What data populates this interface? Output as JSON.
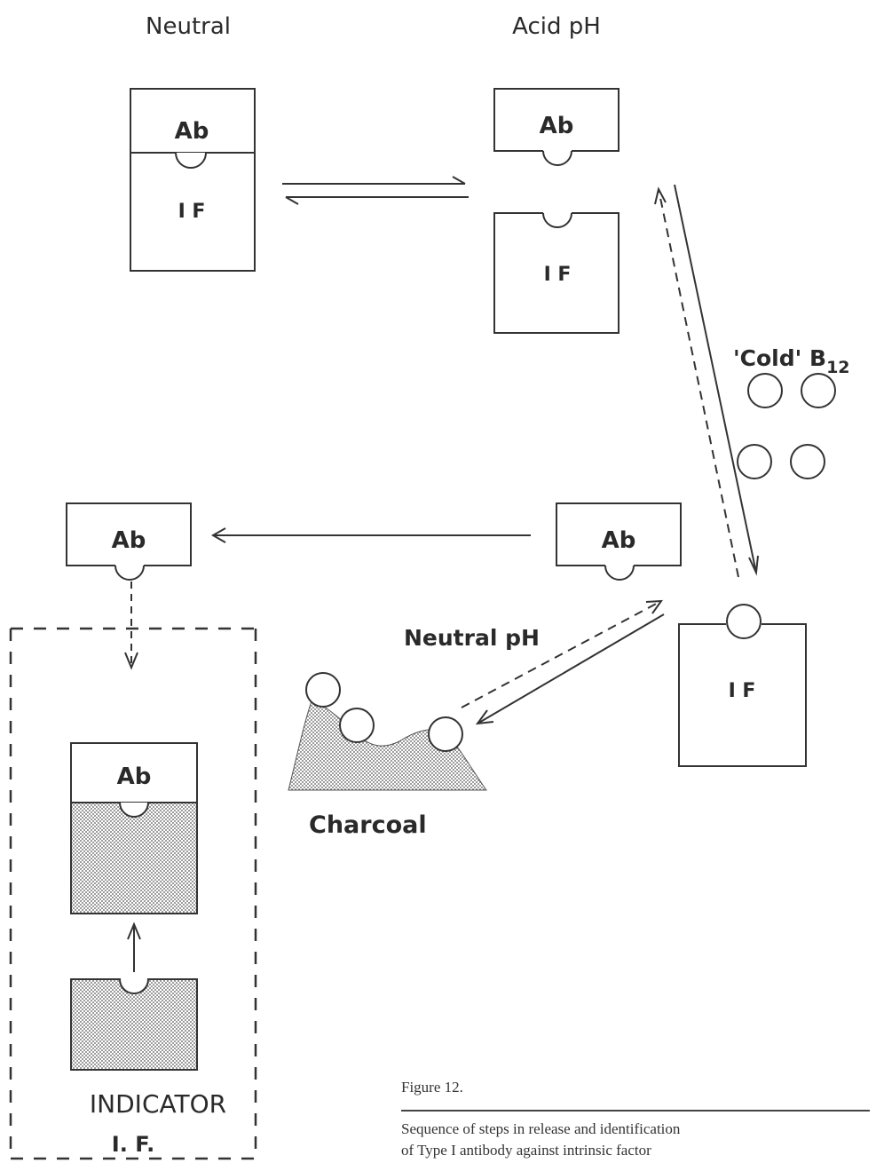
{
  "headers": {
    "left": "Neutral",
    "right": "Acid pH"
  },
  "labels": {
    "antibody": "Ab",
    "intrinsic_factor": "I F",
    "cold_b12": "'Cold' B",
    "b12_subscript": "12",
    "neutral_ph": "Neutral pH",
    "charcoal": "Charcoal",
    "indicator_line1": "INDICATOR",
    "indicator_line2": "I. F."
  },
  "caption": {
    "title": "Figure 12.",
    "text_line1": "Sequence of steps in release and identification",
    "text_line2": "of Type I antibody against intrinsic factor"
  }
}
